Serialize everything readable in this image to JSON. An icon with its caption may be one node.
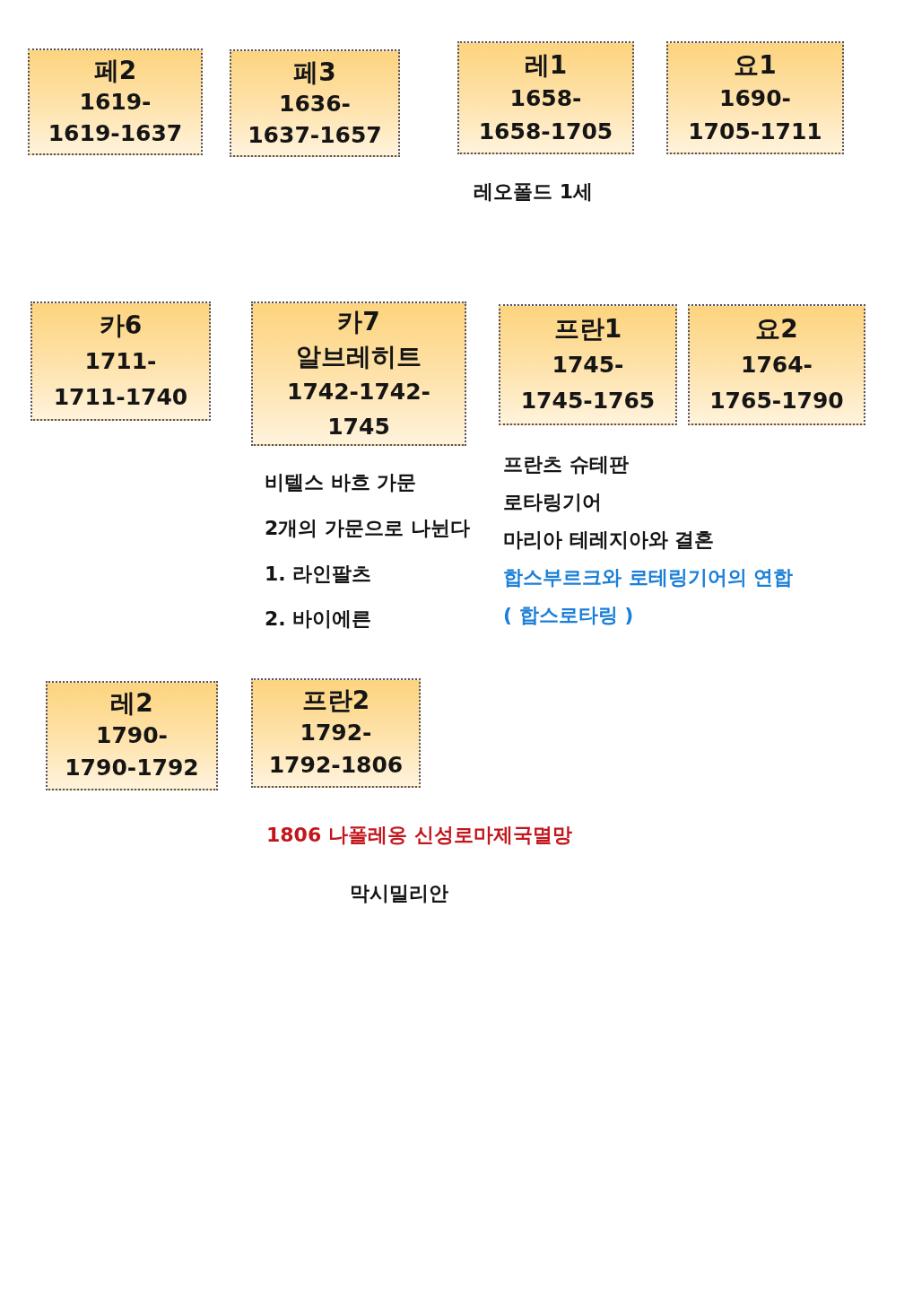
{
  "diagram": {
    "nodes": [
      {
        "text": [
          "페2",
          "1619- 1619-1637"
        ]
      },
      {
        "text": [
          "페3",
          "1636- 1637-1657"
        ]
      },
      {
        "text": [
          "레1",
          "1658- 1658-1705"
        ],
        "beside": [
          "레오폴드 1세"
        ]
      },
      {
        "text": [
          "요1",
          "1690- 1705-1711"
        ]
      },
      {
        "text": [
          "카6",
          "1711- 1711-1740"
        ]
      },
      {
        "text": [
          "카7",
          "알브레히트",
          "1742-1742- 1745"
        ],
        "beside": [
          "비텔스 바흐 가문",
          "2개의 가문으로 나뉜다",
          "1. 라인팔츠",
          "2. 바이에른"
        ]
      },
      {
        "text": [
          "프란1",
          "1745- 1745-1765"
        ],
        "beside": [
          "프란츠 슈테판",
          "로타링기어",
          "마리아 테레지아와 결혼",
          "합스부르크와 로테링기어의 연합",
          "( 합스로타링 )"
        ]
      },
      {
        "text": [
          "요2",
          "1764- 1765-1790"
        ]
      },
      {
        "text": [
          "레2",
          "1790- 1790-1792"
        ]
      },
      {
        "text": [
          "프란2",
          "1792- 1792-1806"
        ]
      }
    ],
    "labels": [
      "1806 나폴레옹 신성로마제국멸망",
      "막시밀리안"
    ]
  }
}
